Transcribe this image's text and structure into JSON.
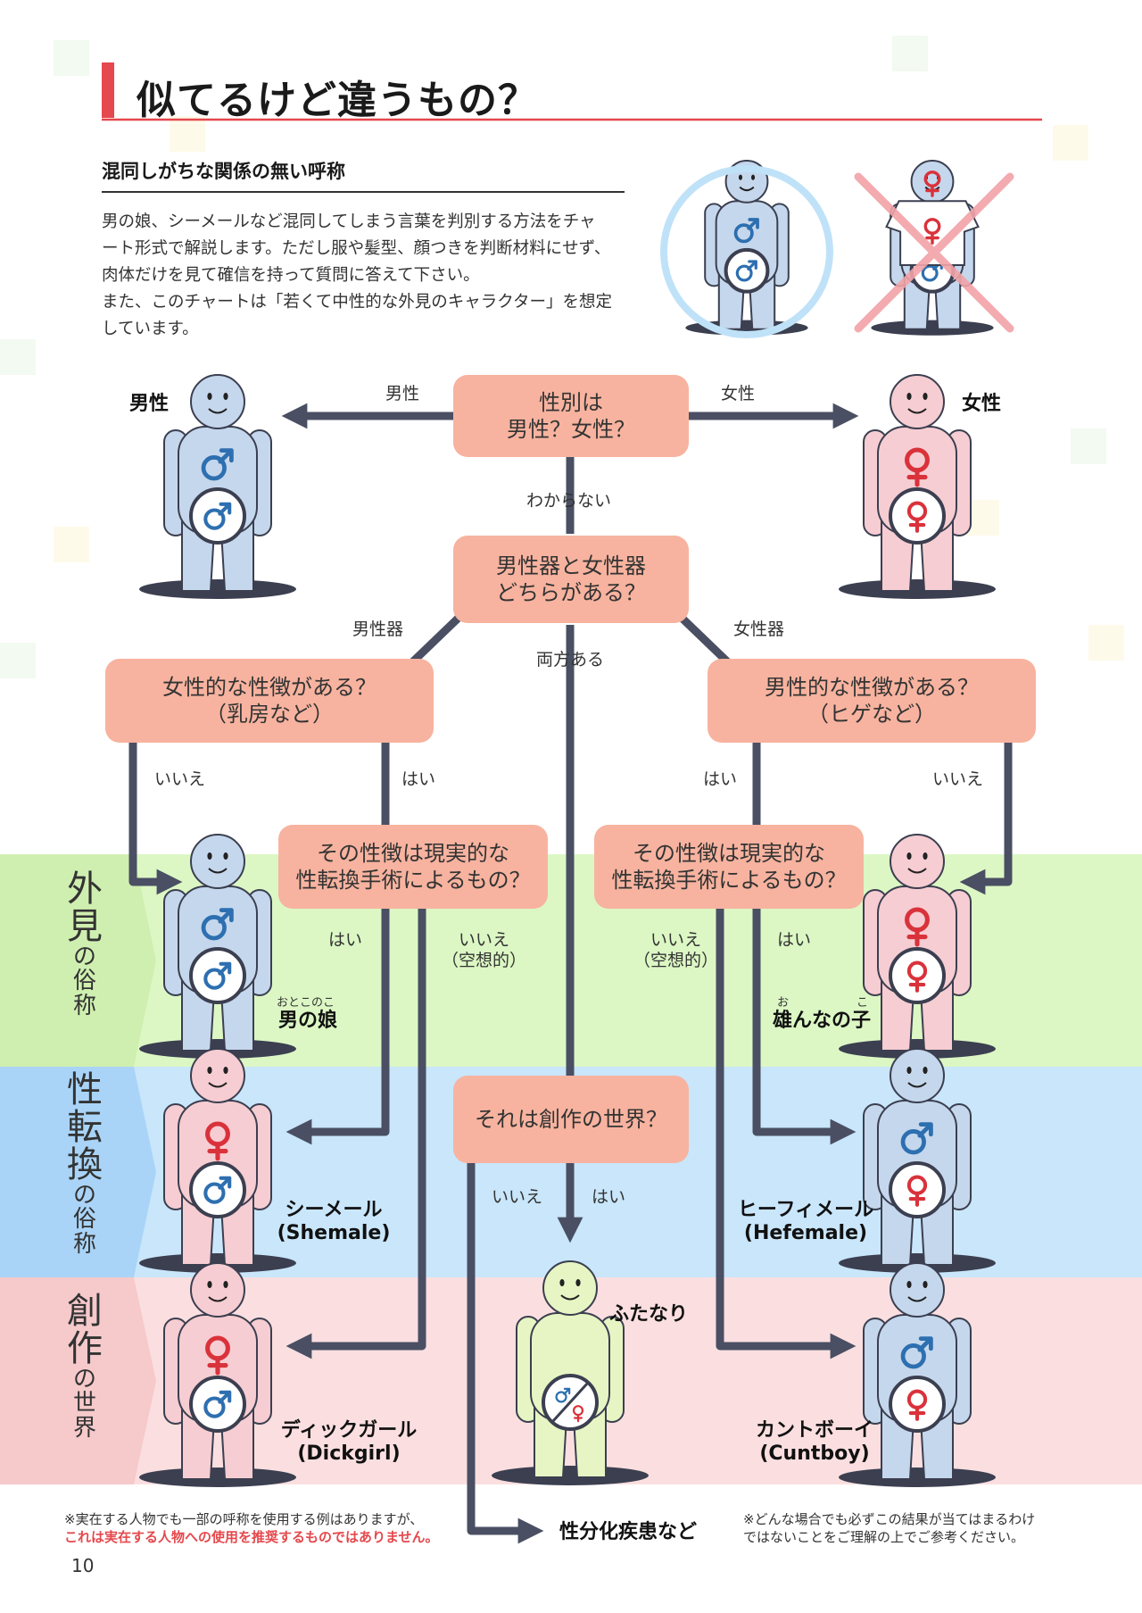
{
  "header": {
    "title": "似てるけど違うもの？",
    "subtitle": "混同しがちな関係の無い呼称",
    "intro": [
      "男の娘、シーメールなど混同してしまう言葉を判別する方法をチャ",
      "ート形式で解説します。ただし服や髪型、顔つきを判断材料にせず、",
      "肉体だけを見て確信を持って質問に答えて下さい。",
      "また、このチャートは「若くて中性的な外見のキャラクター」を想定",
      "しています。"
    ]
  },
  "bands": [
    {
      "big1": "外",
      "big2": "見",
      "small": [
        "の",
        "俗",
        "称"
      ]
    },
    {
      "big1": "性",
      "big2": "転",
      "big3": "換",
      "small": [
        "の",
        "俗",
        "称"
      ]
    },
    {
      "big1": "創",
      "big2": "作",
      "small": [
        "の",
        "世",
        "界"
      ]
    }
  ],
  "questions": {
    "q1": [
      "性別は",
      "男性？女性？"
    ],
    "q2": [
      "男性器と女性器",
      "どちらがある？"
    ],
    "q3": [
      "女性的な性徴がある？",
      "（乳房など）"
    ],
    "q4": [
      "男性的な性徴がある？",
      "（ヒゲなど）"
    ],
    "q5": [
      "その性徴は現実的な",
      "性転換手術によるもの？"
    ],
    "q6": [
      "その性徴は現実的な",
      "性転換手術によるもの？"
    ],
    "q7": [
      "それは創作の世界？"
    ]
  },
  "edges": {
    "male": "男性",
    "female": "女性",
    "unknown": "わからない",
    "male_organ": "男性器",
    "female_organ": "女性器",
    "both": "両方ある",
    "q3_no": "いいえ",
    "q3_yes": "はい",
    "q4_yes": "はい",
    "q4_no": "いいえ",
    "q5_yes": "はい",
    "q5_no_1": "いいえ",
    "q5_no_2": "（空想的）",
    "q6_no_1": "いいえ",
    "q6_no_2": "（空想的）",
    "q6_yes": "はい",
    "q7_no": "いいえ",
    "q7_yes": "はい"
  },
  "terms": {
    "man": "男性",
    "woman": "女性",
    "otokonoko_ruby": "おとこのこ",
    "otokonoko": "男の娘",
    "onnanoko_ruby_1": "お",
    "onnanoko_ruby_2": "こ",
    "onnanoko": "雄んなの子",
    "shemale_1": "シーメール",
    "shemale_2": "(Shemale)",
    "hefemale_1": "ヒーフィメール",
    "hefemale_2": "(Hefemale)",
    "futanari": "ふたなり",
    "dickgirl_1": "ディックガール",
    "dickgirl_2": "(Dickgirl)",
    "cuntboy_1": "カントボーイ",
    "cuntboy_2": "(Cuntboy)",
    "intersex": "性分化疾患など"
  },
  "notes": {
    "left_1": "※実在する人物でも一部の呼称を使用する例はありますが、",
    "left_2": "これは実在する人物への使用を推奨するものではありません。",
    "right_1": "※どんな場合でも必ずこの結果が当てはまるわけ",
    "right_2": "ではないことをご理解の上でご参考ください。"
  },
  "page_number": "10",
  "colors": {
    "accent": "#e5484d",
    "question_box": "#f7b39f",
    "arrow": "#4a4f63",
    "band_appearance": "#dcf7c4",
    "band_transition": "#c9e6fb",
    "band_fiction": "#fbdfe0",
    "figure_blue": "#c5d7ec",
    "figure_pink": "#f6cdd2",
    "figure_green": "#e6f5c3",
    "male_symbol": "#2d6fb0",
    "female_symbol": "#d9323b"
  },
  "icons": [
    "male-symbol-icon",
    "female-symbol-icon",
    "person-figure-icon",
    "arrow-icon",
    "cross-mark-icon",
    "circle-mark-icon"
  ]
}
